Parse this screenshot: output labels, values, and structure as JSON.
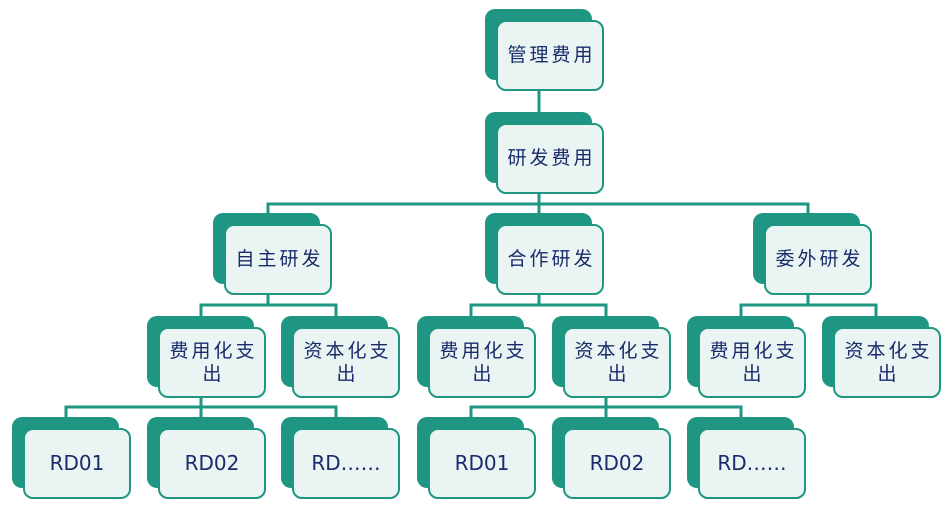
{
  "colors": {
    "accent": "#1e9682",
    "box_fill": "#eaf5f3",
    "text": "#1a2b6b"
  },
  "nodes": {
    "root": "管理费用",
    "rnd": "研发费用",
    "self_dev": "自主研发",
    "coop_dev": "合作研发",
    "outsourced_dev": "委外研发",
    "self_expensed": "费用化支出",
    "self_capitalized": "资本化支出",
    "coop_expensed": "费用化支出",
    "coop_capitalized": "资本化支出",
    "out_expensed": "费用化支出",
    "out_capitalized": "资本化支出",
    "self_rd1": "RD01",
    "self_rd2": "RD02",
    "self_rd3": "RD……",
    "coop_rd1": "RD01",
    "coop_rd2": "RD02",
    "coop_rd3": "RD……"
  }
}
